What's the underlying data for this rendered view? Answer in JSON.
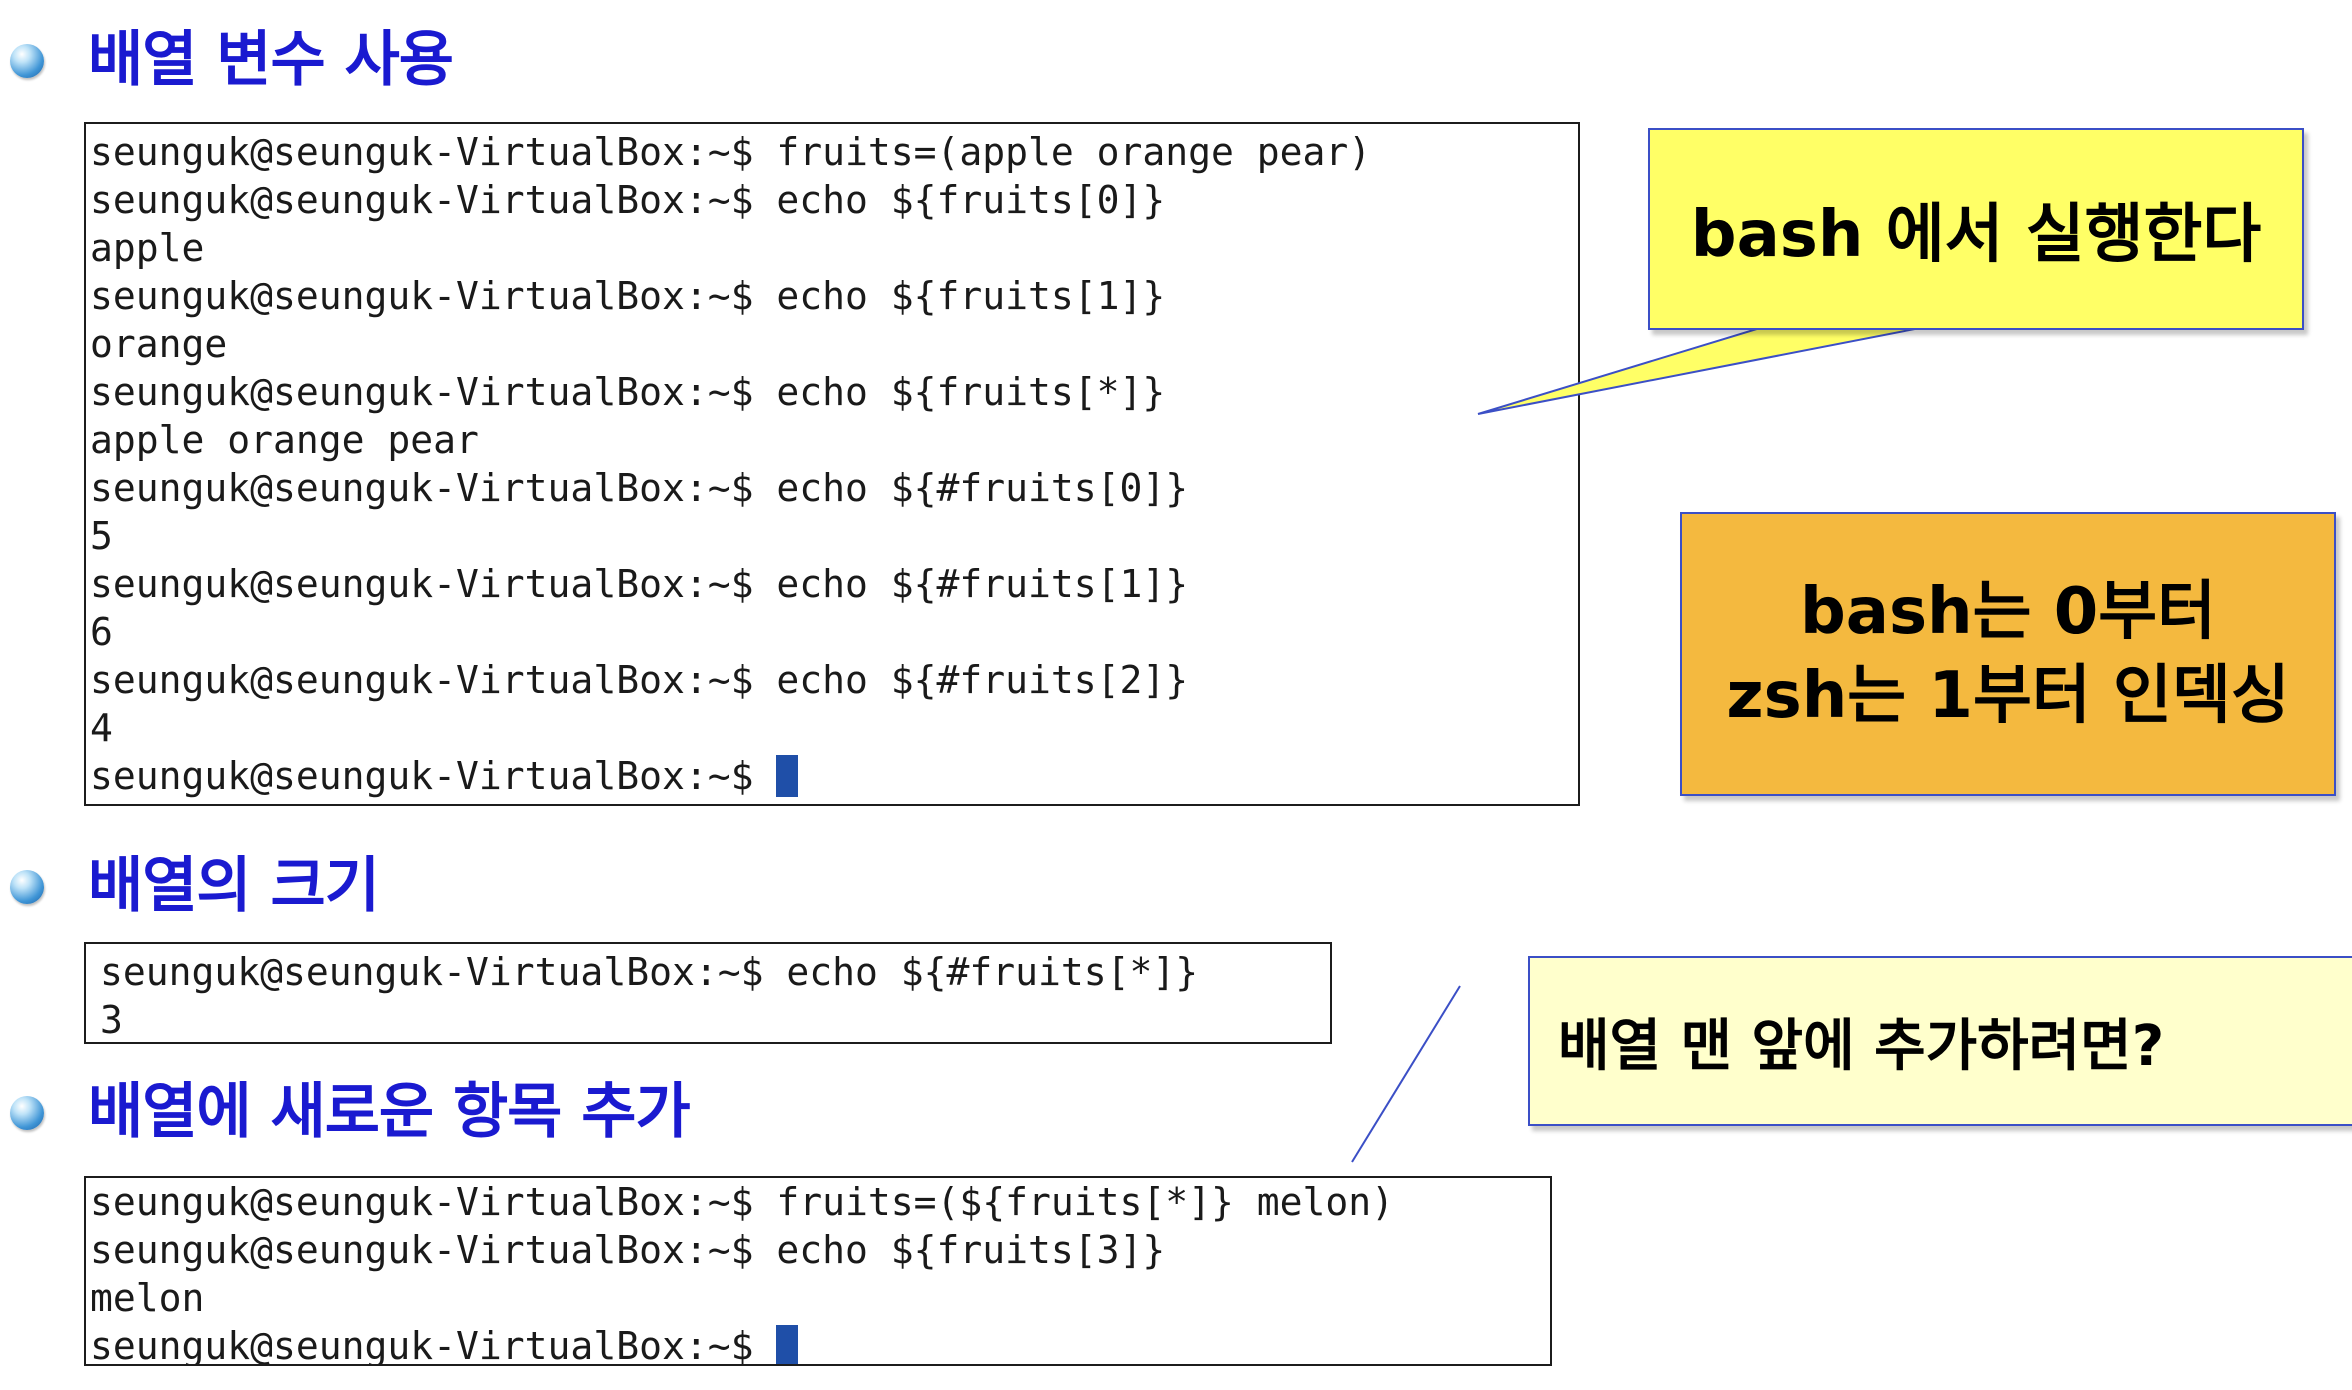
{
  "sections": [
    {
      "title": "배열 변수 사용"
    },
    {
      "title": "배열의 크기"
    },
    {
      "title": "배열에 새로운 항목 추가"
    }
  ],
  "terminals": [
    {
      "lines": [
        "seunguk@seunguk-VirtualBox:~$ fruits=(apple orange pear)",
        "seunguk@seunguk-VirtualBox:~$ echo ${fruits[0]}",
        "apple",
        "seunguk@seunguk-VirtualBox:~$ echo ${fruits[1]}",
        "orange",
        "seunguk@seunguk-VirtualBox:~$ echo ${fruits[*]}",
        "apple orange pear",
        "seunguk@seunguk-VirtualBox:~$ echo ${#fruits[0]}",
        "5",
        "seunguk@seunguk-VirtualBox:~$ echo ${#fruits[1]}",
        "6",
        "seunguk@seunguk-VirtualBox:~$ echo ${#fruits[2]}",
        "4",
        "seunguk@seunguk-VirtualBox:~$ "
      ]
    },
    {
      "lines": [
        "seunguk@seunguk-VirtualBox:~$ echo ${#fruits[*]}",
        "3"
      ]
    },
    {
      "lines": [
        "seunguk@seunguk-VirtualBox:~$ fruits=(${fruits[*]} melon)",
        "seunguk@seunguk-VirtualBox:~$ echo ${fruits[3]}",
        "melon",
        "seunguk@seunguk-VirtualBox:~$ "
      ]
    }
  ],
  "callouts": {
    "run_in_bash": "bash 에서 실행한다",
    "indexing_line1": "bash는 0부터",
    "indexing_line2": "zsh는 1부터 인덱싱",
    "question": "배열 맨 앞에 추가하려면?"
  },
  "colors": {
    "heading": "#1a1ad0",
    "callout_yellow": "#ffff66",
    "callout_orange": "#f4b93f",
    "callout_pale": "#ffffcc",
    "callout_border": "#3b4fc6",
    "cursor": "#1f4fa8"
  }
}
